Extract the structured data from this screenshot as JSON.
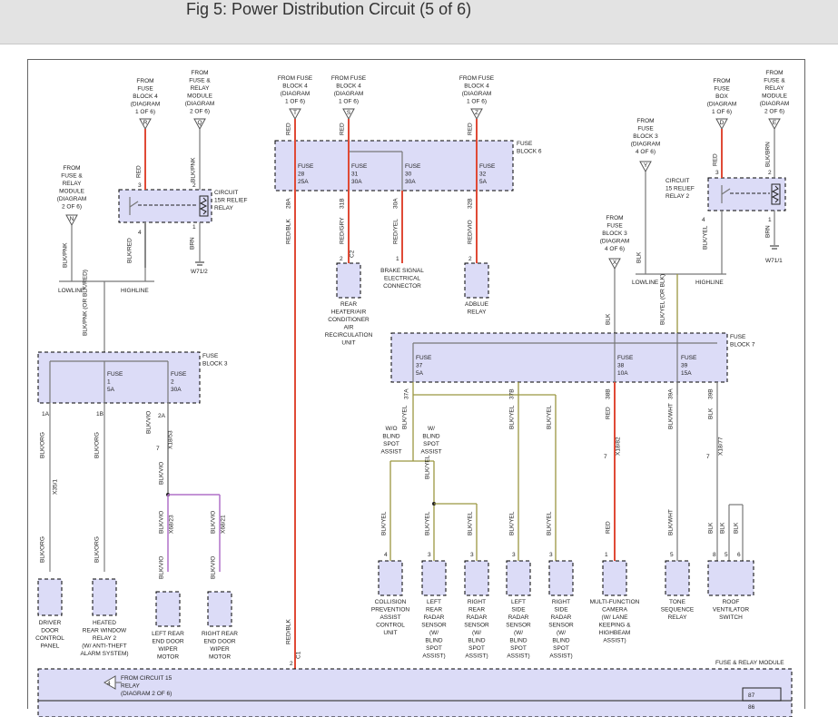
{
  "header": {
    "title": "Fig 5: Power Distribution Circuit (5 of 6)"
  },
  "sources": [
    {
      "id": "R",
      "text": [
        "FROM",
        "FUSE",
        "BLOCK 4",
        "(DIAGRAM",
        "1 OF 6)"
      ]
    },
    {
      "id": "Q",
      "text": [
        "FROM",
        "FUSE &",
        "RELAY",
        "MODULE",
        "(DIAGRAM",
        "2 OF 6)"
      ]
    },
    {
      "id": "N",
      "text": [
        "FROM",
        "FUSE &",
        "RELAY",
        "MODULE",
        "(DIAGRAM",
        "2 OF 6)"
      ]
    },
    {
      "id": "T",
      "text": [
        "FROM FUSE",
        "BLOCK 4",
        "(DIAGRAM",
        "1 OF 6)"
      ]
    },
    {
      "id": "S",
      "text": [
        "FROM FUSE",
        "BLOCK 4",
        "(DIAGRAM",
        "1 OF 6)"
      ]
    },
    {
      "id": "Z",
      "text": [
        "FROM FUSE",
        "BLOCK 4",
        "(DIAGRAM",
        "1 OF 6)"
      ]
    },
    {
      "id": "Y",
      "text": [
        "FROM",
        "FUSE",
        "BLOCK 3",
        "(DIAGRAM",
        "4 OF 6)"
      ]
    },
    {
      "id": "X",
      "text": [
        "FROM",
        "FUSE",
        "BLOCK 3",
        "(DIAGRAM",
        "4 OF 6)"
      ]
    },
    {
      "id": "D",
      "text": [
        "FROM",
        "FUSE",
        "BOX",
        "(DIAGRAM",
        "1 OF 6)"
      ]
    },
    {
      "id": "E",
      "text": [
        "FROM",
        "FUSE &",
        "RELAY",
        "MODULE",
        "(DIAGRAM",
        "2 OF 6)"
      ]
    }
  ],
  "relays": {
    "r15r": [
      "CIRCUIT",
      "15R RELIEF",
      "RELAY"
    ],
    "r15": [
      "CIRCUIT",
      "15 RELIEF",
      "RELAY 2"
    ]
  },
  "fuse_blocks": {
    "fb6": [
      "FUSE",
      "BLOCK 6"
    ],
    "fb3": [
      "FUSE",
      "BLOCK 3"
    ],
    "fb7": [
      "FUSE",
      "BLOCK 7"
    ],
    "frm": "FUSE & RELAY MODULE"
  },
  "fuses": {
    "f28": [
      "FUSE",
      "28",
      "25A"
    ],
    "f31": [
      "FUSE",
      "31",
      "30A"
    ],
    "f30": [
      "FUSE",
      "30",
      "30A"
    ],
    "f32": [
      "FUSE",
      "32",
      "5A"
    ],
    "f1": [
      "FUSE",
      "1",
      "5A"
    ],
    "f2": [
      "FUSE",
      "2",
      "30A"
    ],
    "f37": [
      "FUSE",
      "37",
      "5A"
    ],
    "f38": [
      "FUSE",
      "38",
      "10A"
    ],
    "f39": [
      "FUSE",
      "39",
      "15A"
    ]
  },
  "grounds": {
    "g1": "W71/2",
    "g2": "W71/1"
  },
  "bus": {
    "lowline1": "LOWLINE",
    "highline1": "HIGHLINE",
    "lowline2": "LOWLINE",
    "highline2": "HIGHLINE"
  },
  "wires": {
    "red": "RED",
    "blkpnk": "BLK/PNK",
    "blkred": "BLK/RED",
    "brn": "BRN",
    "blkpnk2": "BLK/PNK (OR BLK/RED)",
    "redblk": "RED/BLK",
    "redgry": "RED/GRY",
    "redyel": "RED/YEL",
    "redvio": "RED/VIO",
    "blkorg": "BLK/ORG",
    "blkvio": "BLK/VIO",
    "blkyel": "BLK/YEL",
    "blk": "BLK",
    "blkwht": "BLK/WHT",
    "blkyel2": "BLK/YEL (OR BLK)",
    "blkbrn": "BLK/BRN"
  },
  "circuit_ids": {
    "c28a": "28A",
    "c31b": "31B",
    "c30a": "30A",
    "c32b": "32B",
    "c1a": "1A",
    "c1b": "1B",
    "c2a": "2A",
    "c37a": "37A",
    "c37b": "37B",
    "c38b": "38B",
    "c39a": "39A",
    "c39b": "39B",
    "x3251": "X35/1",
    "x1853": "X18/53",
    "x6823": "X68/23",
    "x6821": "X68/21",
    "x1882": "X18/82",
    "x1877": "X18/77"
  },
  "options": {
    "wo": [
      "W/O",
      "BLIND",
      "SPOT",
      "ASSIST"
    ],
    "w": [
      "W/",
      "BLIND",
      "SPOT",
      "ASSIST"
    ]
  },
  "components": {
    "heater": [
      "REAR",
      "HEATER/AIR",
      "CONDITIONER",
      "AIR",
      "RECIRCULATION",
      "UNIT"
    ],
    "brake": [
      "BRAKE SIGNAL",
      "ELECTRICAL",
      "CONNECTOR"
    ],
    "adblue": [
      "ADBLUE",
      "RELAY"
    ],
    "driver_door": [
      "DRIVER",
      "DOOR",
      "CONTROL",
      "PANEL"
    ],
    "rear_window": [
      "HEATED",
      "REAR WINDOW",
      "RELAY 2",
      "(W/ ANTI-THEFT",
      "ALARM SYSTEM)"
    ],
    "left_wiper": [
      "LEFT REAR",
      "END DOOR",
      "WIPER",
      "MOTOR"
    ],
    "right_wiper": [
      "RIGHT REAR",
      "END DOOR",
      "WIPER",
      "MOTOR"
    ],
    "collision": [
      "COLLISION",
      "PREVENTION",
      "ASSIST",
      "CONTROL",
      "UNIT"
    ],
    "left_rear_radar": [
      "LEFT",
      "REAR",
      "RADAR",
      "SENSOR",
      "(W/",
      "BLIND",
      "SPOT",
      "ASSIST)"
    ],
    "right_rear_radar": [
      "RIGHT",
      "REAR",
      "RADAR",
      "SENSOR",
      "(W/",
      "BLIND",
      "SPOT",
      "ASSIST)"
    ],
    "left_side_radar": [
      "LEFT",
      "SIDE",
      "RADAR",
      "SENSOR",
      "(W/",
      "BLIND",
      "SPOT",
      "ASSIST)"
    ],
    "right_side_radar": [
      "RIGHT",
      "SIDE",
      "RADAR",
      "SENSOR",
      "(W/",
      "BLIND",
      "SPOT",
      "ASSIST)"
    ],
    "camera": [
      "MULTI-FUNCTION",
      "CAMERA",
      "(W/ LANE",
      "KEEPING &",
      "HIGHBEAM",
      "ASSIST)"
    ],
    "tone": [
      "TONE",
      "SEQUENCE",
      "RELAY"
    ],
    "roof": [
      "ROOF",
      "VENTILATOR",
      "SWITCH"
    ]
  },
  "bottom": {
    "from15": [
      "FROM CIRCUIT 15",
      "RELAY",
      "(DIAGRAM 2 OF 6)"
    ],
    "pin87": "87",
    "pin86": "86"
  },
  "pins": {
    "p1": "1",
    "p2": "2",
    "p3": "3",
    "p4": "4",
    "p5": "5",
    "p6": "6",
    "p7": "7",
    "p8": "8",
    "c2": "C2",
    "c1": "C1"
  }
}
